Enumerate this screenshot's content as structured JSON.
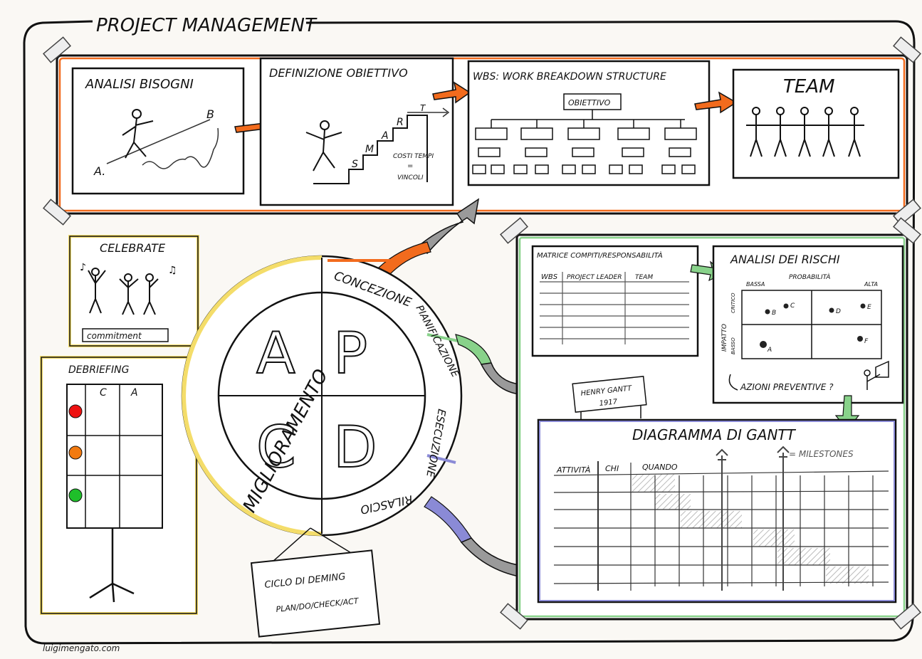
{
  "title": "PROJECT MANAGEMENT",
  "top_row": {
    "analisi": {
      "title": "ANALISI BISOGNI",
      "point_a": "A.",
      "point_b": "B"
    },
    "definizione": {
      "title": "DEFINIZIONE OBIETTIVO",
      "steps": [
        "S",
        "M",
        "A",
        "R",
        "T"
      ],
      "note_line1": "COSTI TEMPI",
      "note_eq": "=",
      "note_line2": "VINCOLI"
    },
    "wbs": {
      "title": "WBS: WORK BREAKDOWN STRUCTURE",
      "root": "OBIETTIVO"
    },
    "team": {
      "title": "TEAM"
    }
  },
  "left_col": {
    "celebrate": {
      "title": "CELEBRATE",
      "banner": "commitment"
    },
    "debriefing": {
      "title": "DEBRIEFING",
      "col_c": "C",
      "col_a": "A"
    }
  },
  "wheel": {
    "letters": [
      "A",
      "P",
      "C",
      "D"
    ],
    "segments": [
      "CONCEZIONE",
      "PIANIFICAZIONE",
      "ESECUZIONE",
      "RILASCIO",
      "MIGLIORAMENTO"
    ],
    "sign_title": "CICLO DI DEMING",
    "sign_sub": "PLAN/DO/CHECK/ACT"
  },
  "right_panel": {
    "matrice": {
      "title": "MATRICE COMPITI/RESPONSABILITÀ",
      "col1": "WBS",
      "col2": "PROJECT LEADER",
      "col3": "TEAM"
    },
    "rischi": {
      "title": "ANALISI DEI RISCHI",
      "x_label": "PROBABILITÀ",
      "x_low": "BASSA",
      "x_high": "ALTA",
      "y_label": "IMPATTO",
      "y_high": "CRITICO",
      "y_low": "BASSO",
      "points": [
        "B",
        "C",
        "D",
        "E",
        "A",
        "F"
      ],
      "action": "AZIONI PREVENTIVE ?"
    },
    "henry": {
      "line1": "HENRY GANTT",
      "line2": "1917"
    },
    "gantt": {
      "title": "DIAGRAMMA DI GANTT",
      "col1": "ATTIVITÀ",
      "col2": "CHI",
      "col3": "QUANDO",
      "legend": "= MILESTONES"
    }
  },
  "credit": "luigimengato.com",
  "colors": {
    "orange": "#f26b1d",
    "green": "#88d28a",
    "yellow": "#f4dd6a",
    "blue": "#8a8ad6",
    "gray": "#9a9a9a",
    "frame": "#1a1a1a"
  }
}
